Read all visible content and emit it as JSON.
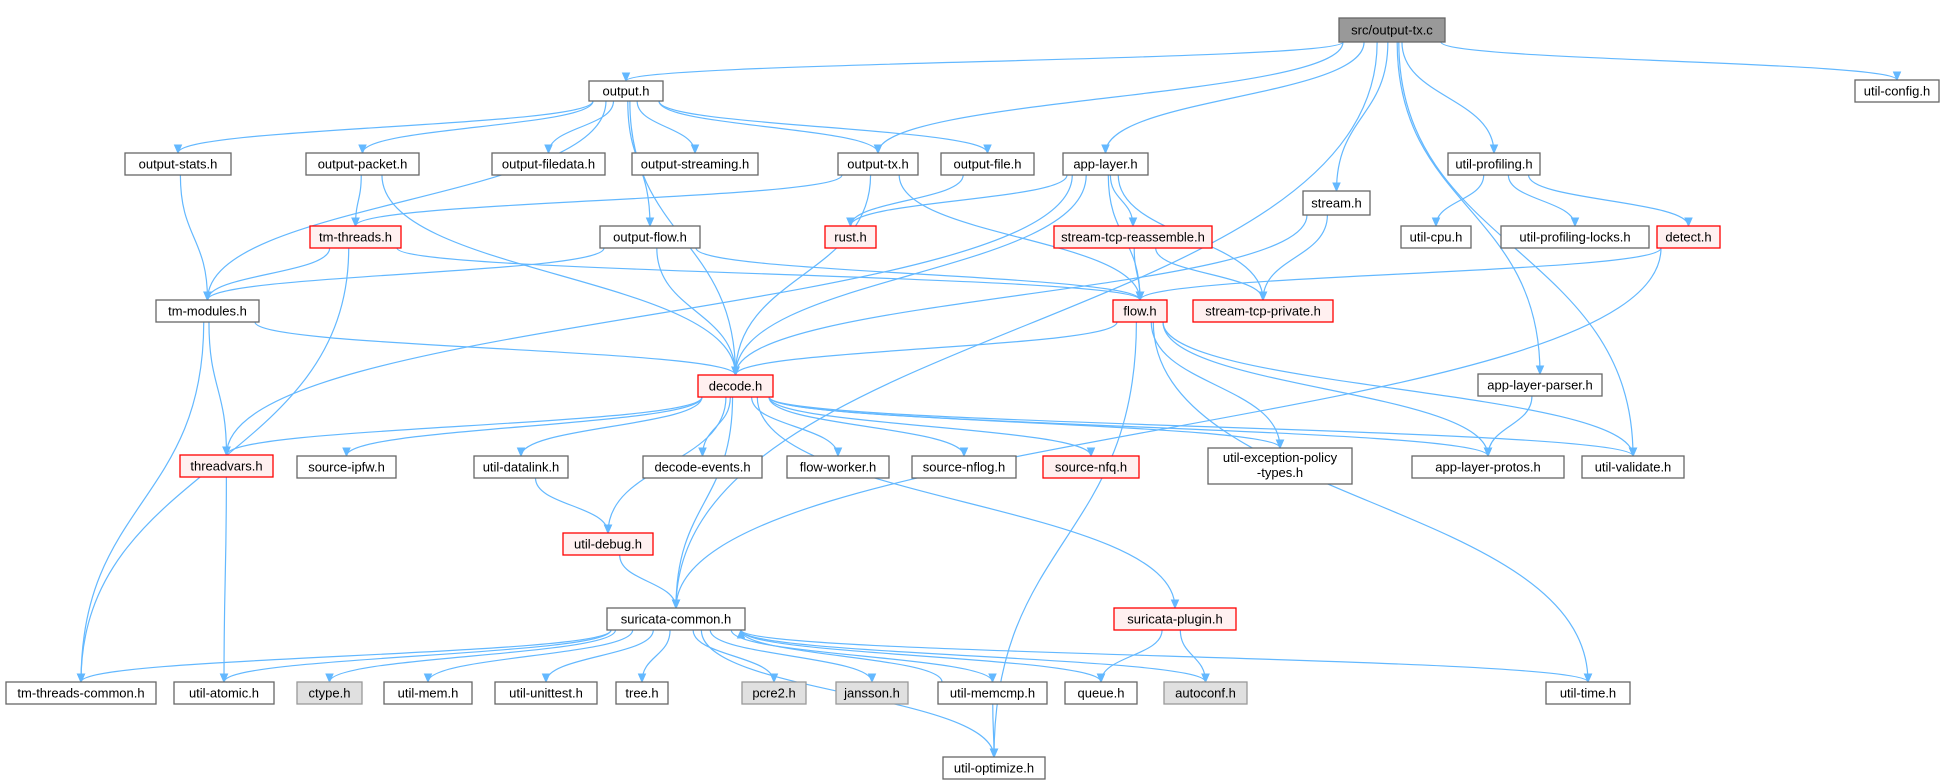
{
  "colors": {
    "edge": "#63b8ff",
    "node_border": "#666666",
    "node_fill": "#ffffff",
    "truncated_border": "#ff0000",
    "truncated_fill": "#fff0f0",
    "root_fill": "#999999",
    "system_fill": "#e0e0e0",
    "system_border": "#999999"
  },
  "nodes": [
    {
      "id": "root",
      "label": "src/output-tx.c",
      "kind": "root"
    },
    {
      "id": "output_h",
      "label": "output.h",
      "kind": "normal"
    },
    {
      "id": "util_config",
      "label": "util-config.h",
      "kind": "normal"
    },
    {
      "id": "output_stats",
      "label": "output-stats.h",
      "kind": "normal"
    },
    {
      "id": "output_packet",
      "label": "output-packet.h",
      "kind": "normal"
    },
    {
      "id": "output_filedata",
      "label": "output-filedata.h",
      "kind": "normal"
    },
    {
      "id": "output_streaming",
      "label": "output-streaming.h",
      "kind": "normal"
    },
    {
      "id": "output_tx",
      "label": "output-tx.h",
      "kind": "normal"
    },
    {
      "id": "output_file",
      "label": "output-file.h",
      "kind": "normal"
    },
    {
      "id": "app_layer",
      "label": "app-layer.h",
      "kind": "normal"
    },
    {
      "id": "util_profiling",
      "label": "util-profiling.h",
      "kind": "normal"
    },
    {
      "id": "tm_threads",
      "label": "tm-threads.h",
      "kind": "truncated"
    },
    {
      "id": "rust_h",
      "label": "rust.h",
      "kind": "truncated"
    },
    {
      "id": "output_flow",
      "label": "output-flow.h",
      "kind": "normal"
    },
    {
      "id": "stream_tcp_reassemble",
      "label": "stream-tcp-reassemble.h",
      "kind": "truncated"
    },
    {
      "id": "stream_h",
      "label": "stream.h",
      "kind": "normal"
    },
    {
      "id": "util_cpu",
      "label": "util-cpu.h",
      "kind": "normal"
    },
    {
      "id": "util_profiling_locks",
      "label": "util-profiling-locks.h",
      "kind": "normal"
    },
    {
      "id": "detect_h",
      "label": "detect.h",
      "kind": "truncated"
    },
    {
      "id": "tm_modules",
      "label": "tm-modules.h",
      "kind": "normal"
    },
    {
      "id": "flow_h",
      "label": "flow.h",
      "kind": "truncated"
    },
    {
      "id": "stream_tcp_private",
      "label": "stream-tcp-private.h",
      "kind": "truncated"
    },
    {
      "id": "decode_h",
      "label": "decode.h",
      "kind": "truncated"
    },
    {
      "id": "app_layer_parser",
      "label": "app-layer-parser.h",
      "kind": "normal"
    },
    {
      "id": "threadvars",
      "label": "threadvars.h",
      "kind": "truncated"
    },
    {
      "id": "source_ipfw",
      "label": "source-ipfw.h",
      "kind": "normal"
    },
    {
      "id": "util_datalink",
      "label": "util-datalink.h",
      "kind": "normal"
    },
    {
      "id": "decode_events",
      "label": "decode-events.h",
      "kind": "normal"
    },
    {
      "id": "flow_worker",
      "label": "flow-worker.h",
      "kind": "normal"
    },
    {
      "id": "source_nflog",
      "label": "source-nflog.h",
      "kind": "normal"
    },
    {
      "id": "source_nfq",
      "label": "source-nfq.h",
      "kind": "truncated"
    },
    {
      "id": "util_exception_policy",
      "label": "util-exception-policy",
      "label2": "-types.h",
      "kind": "normal"
    },
    {
      "id": "app_layer_protos",
      "label": "app-layer-protos.h",
      "kind": "normal"
    },
    {
      "id": "util_validate",
      "label": "util-validate.h",
      "kind": "normal"
    },
    {
      "id": "util_debug",
      "label": "util-debug.h",
      "kind": "truncated"
    },
    {
      "id": "suricata_common",
      "label": "suricata-common.h",
      "kind": "normal"
    },
    {
      "id": "suricata_plugin",
      "label": "suricata-plugin.h",
      "kind": "truncated"
    },
    {
      "id": "tm_threads_common",
      "label": "tm-threads-common.h",
      "kind": "normal"
    },
    {
      "id": "util_atomic",
      "label": "util-atomic.h",
      "kind": "normal"
    },
    {
      "id": "ctype_h",
      "label": "ctype.h",
      "kind": "system"
    },
    {
      "id": "util_mem",
      "label": "util-mem.h",
      "kind": "normal"
    },
    {
      "id": "util_unittest",
      "label": "util-unittest.h",
      "kind": "normal"
    },
    {
      "id": "tree_h",
      "label": "tree.h",
      "kind": "normal"
    },
    {
      "id": "pcre2_h",
      "label": "pcre2.h",
      "kind": "system"
    },
    {
      "id": "jansson_h",
      "label": "jansson.h",
      "kind": "system"
    },
    {
      "id": "util_memcmp",
      "label": "util-memcmp.h",
      "kind": "normal"
    },
    {
      "id": "queue_h",
      "label": "queue.h",
      "kind": "normal"
    },
    {
      "id": "autoconf_h",
      "label": "autoconf.h",
      "kind": "system"
    },
    {
      "id": "util_time",
      "label": "util-time.h",
      "kind": "normal"
    },
    {
      "id": "util_optimize",
      "label": "util-optimize.h",
      "kind": "normal"
    }
  ],
  "edges": [
    [
      "root",
      "output_h"
    ],
    [
      "root",
      "util_config"
    ],
    [
      "root",
      "output_tx"
    ],
    [
      "root",
      "app_layer"
    ],
    [
      "root",
      "util_profiling"
    ],
    [
      "root",
      "stream_h"
    ],
    [
      "root",
      "suricata_common"
    ],
    [
      "root",
      "util_validate"
    ],
    [
      "root",
      "app_layer_parser"
    ],
    [
      "output_h",
      "output_stats"
    ],
    [
      "output_h",
      "output_packet"
    ],
    [
      "output_h",
      "output_filedata"
    ],
    [
      "output_h",
      "output_streaming"
    ],
    [
      "output_h",
      "output_tx"
    ],
    [
      "output_h",
      "output_file"
    ],
    [
      "output_h",
      "output_flow"
    ],
    [
      "output_h",
      "tm_modules"
    ],
    [
      "output_h",
      "decode_h"
    ],
    [
      "output_stats",
      "tm_modules"
    ],
    [
      "output_packet",
      "tm_threads"
    ],
    [
      "output_packet",
      "decode_h"
    ],
    [
      "output_tx",
      "tm_threads"
    ],
    [
      "output_tx",
      "decode_h"
    ],
    [
      "output_tx",
      "flow_h"
    ],
    [
      "output_file",
      "rust_h"
    ],
    [
      "app_layer",
      "rust_h"
    ],
    [
      "app_layer",
      "stream_tcp_reassemble"
    ],
    [
      "app_layer",
      "flow_h"
    ],
    [
      "app_layer",
      "decode_h"
    ],
    [
      "app_layer",
      "stream_tcp_private"
    ],
    [
      "app_layer",
      "threadvars"
    ],
    [
      "util_profiling",
      "util_cpu"
    ],
    [
      "util_profiling",
      "util_profiling_locks"
    ],
    [
      "util_profiling",
      "detect_h"
    ],
    [
      "tm_threads",
      "tm_modules"
    ],
    [
      "tm_threads",
      "flow_h"
    ],
    [
      "tm_threads",
      "tm_threads_common"
    ],
    [
      "output_flow",
      "tm_modules"
    ],
    [
      "output_flow",
      "decode_h"
    ],
    [
      "output_flow",
      "flow_h"
    ],
    [
      "stream_tcp_reassemble",
      "flow_h"
    ],
    [
      "stream_tcp_reassemble",
      "stream_tcp_private"
    ],
    [
      "stream_h",
      "stream_tcp_private"
    ],
    [
      "stream_h",
      "decode_h"
    ],
    [
      "detect_h",
      "flow_h"
    ],
    [
      "detect_h",
      "suricata_common"
    ],
    [
      "tm_modules",
      "decode_h"
    ],
    [
      "tm_modules",
      "threadvars"
    ],
    [
      "tm_modules",
      "tm_threads_common"
    ],
    [
      "flow_h",
      "decode_h"
    ],
    [
      "flow_h",
      "util_exception_policy"
    ],
    [
      "flow_h",
      "app_layer_protos"
    ],
    [
      "flow_h",
      "util_validate"
    ],
    [
      "flow_h",
      "util_optimize"
    ],
    [
      "flow_h",
      "util_time"
    ],
    [
      "decode_h",
      "threadvars"
    ],
    [
      "decode_h",
      "source_ipfw"
    ],
    [
      "decode_h",
      "util_datalink"
    ],
    [
      "decode_h",
      "decode_events"
    ],
    [
      "decode_h",
      "flow_worker"
    ],
    [
      "decode_h",
      "source_nflog"
    ],
    [
      "decode_h",
      "source_nfq"
    ],
    [
      "decode_h",
      "util_exception_policy"
    ],
    [
      "decode_h",
      "app_layer_protos"
    ],
    [
      "decode_h",
      "util_validate"
    ],
    [
      "decode_h",
      "util_debug"
    ],
    [
      "decode_h",
      "suricata_common"
    ],
    [
      "decode_h",
      "suricata_plugin"
    ],
    [
      "app_layer_parser",
      "app_layer_protos"
    ],
    [
      "threadvars",
      "util_atomic"
    ],
    [
      "util_datalink",
      "util_debug"
    ],
    [
      "util_debug",
      "suricata_common"
    ],
    [
      "suricata_common",
      "tm_threads_common"
    ],
    [
      "suricata_common",
      "util_atomic"
    ],
    [
      "suricata_common",
      "ctype_h"
    ],
    [
      "suricata_common",
      "util_mem"
    ],
    [
      "suricata_common",
      "util_unittest"
    ],
    [
      "suricata_common",
      "tree_h"
    ],
    [
      "suricata_common",
      "pcre2_h"
    ],
    [
      "suricata_common",
      "jansson_h"
    ],
    [
      "suricata_common",
      "util_memcmp"
    ],
    [
      "suricata_common",
      "queue_h"
    ],
    [
      "suricata_common",
      "autoconf_h"
    ],
    [
      "suricata_common",
      "util_time"
    ],
    [
      "suricata_common",
      "util_optimize"
    ],
    [
      "util_memcmp",
      "util_optimize"
    ],
    [
      "util_memcmp",
      "suricata_common"
    ],
    [
      "suricata_plugin",
      "queue_h"
    ],
    [
      "suricata_plugin",
      "autoconf_h"
    ]
  ]
}
